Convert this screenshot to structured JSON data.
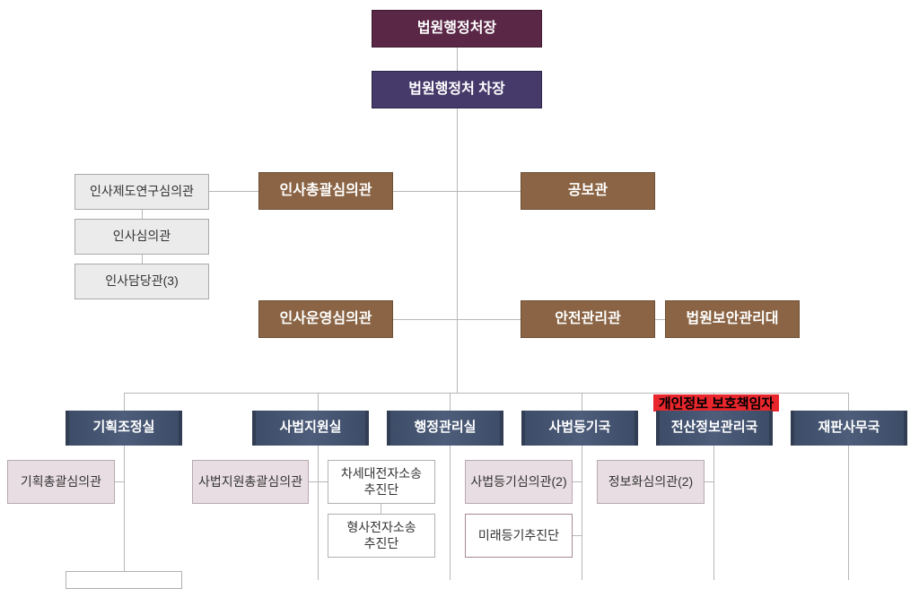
{
  "top": {
    "chief": "법원행정처장",
    "deputy": "법원행정처 차장"
  },
  "personnel": {
    "general": "인사총괄심의관",
    "research": "인사제도연구심의관",
    "council": "인사심의관",
    "officer": "인사담당관(3)",
    "operations": "인사운영심의관"
  },
  "staff": {
    "pr": "공보관",
    "safety": "안전관리관",
    "security_unit": "법원보안관리대"
  },
  "offices": {
    "planning": "기획조정실",
    "judicial_support": "사법지원실",
    "administration": "행정관리실",
    "registry": "사법등기국",
    "it": "전산정보관리국",
    "court_affairs": "재판사무국"
  },
  "privacy_label": "개인정보 보호책임자",
  "sub": {
    "planning_general": "기획총괄심의관",
    "judicial_support_general": "사법지원총괄심의관",
    "next_gen_line1": "차세대전자소송",
    "next_gen_line2": "추진단",
    "criminal_line1": "형사전자소송",
    "criminal_line2": "추진단",
    "registry_council": "사법등기심의관(2)",
    "future_registry": "미래등기추진단",
    "informatization": "정보화심의관(2)"
  }
}
